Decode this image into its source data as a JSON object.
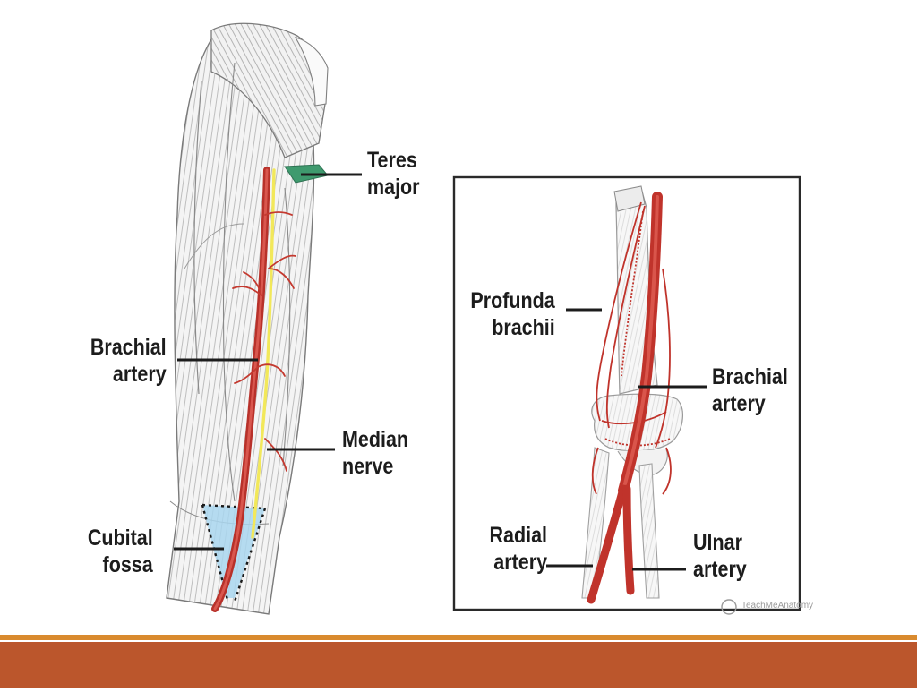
{
  "labels": {
    "teres_major": [
      "Teres",
      "major"
    ],
    "brachial_artery_left": [
      "Brachial",
      "artery"
    ],
    "median_nerve": [
      "Median",
      "nerve"
    ],
    "cubital_fossa": [
      "Cubital",
      "fossa"
    ],
    "profunda_brachii": [
      "Profunda",
      "brachii"
    ],
    "brachial_artery_right": [
      "Brachial",
      "artery"
    ],
    "radial_artery": [
      "Radial",
      "artery"
    ],
    "ulnar_artery": [
      "Ulnar",
      "artery"
    ]
  },
  "watermark": {
    "symbol": "©",
    "text": "TeachMeAnatomy"
  },
  "colors": {
    "artery": "#c0332b",
    "nerve": "#f2e85a",
    "teres_major": "#3f9a6e",
    "cubital_fossa": "#a9d6ef",
    "footer_bar": "#bb562c",
    "footer_line": "#d98a2e",
    "ink": "#1c1c1c"
  },
  "icons": {
    "watermark_icon": "copyright-circle-icon"
  }
}
